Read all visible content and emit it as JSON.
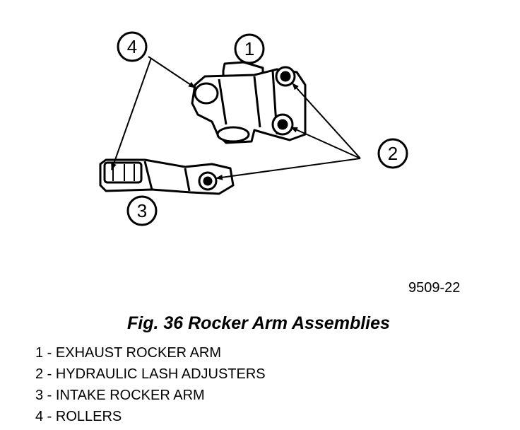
{
  "callouts": {
    "c1": "1",
    "c2": "2",
    "c3": "3",
    "c4": "4"
  },
  "figure_number": "9509-22",
  "caption": "Fig. 36 Rocker Arm Assemblies",
  "legend": [
    "1 - EXHAUST ROCKER ARM",
    "2 - HYDRAULIC LASH ADJUSTERS",
    "3 - INTAKE ROCKER ARM",
    "4 - ROLLERS"
  ]
}
